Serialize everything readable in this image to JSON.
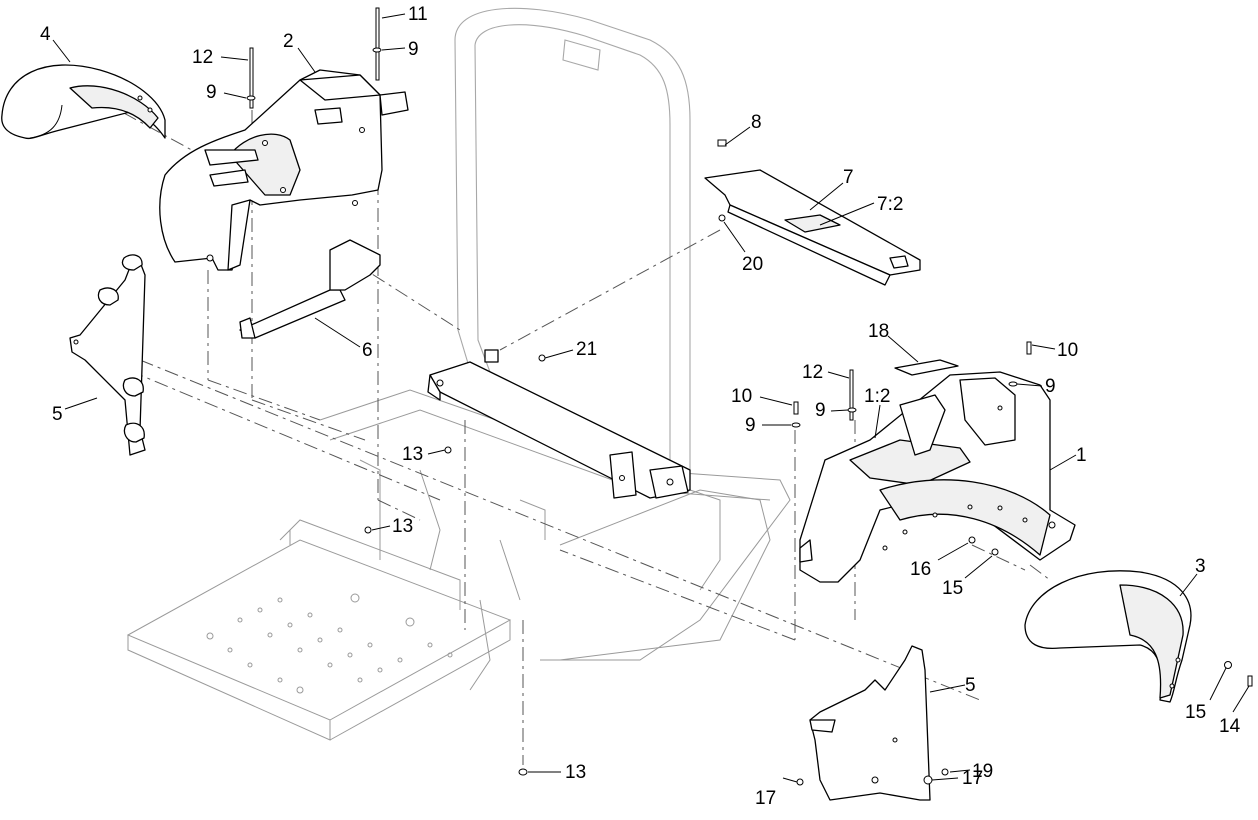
{
  "callouts": [
    {
      "id": "c-4",
      "text": "4"
    },
    {
      "id": "c-12a",
      "text": "12"
    },
    {
      "id": "c-2",
      "text": "2"
    },
    {
      "id": "c-11",
      "text": "11"
    },
    {
      "id": "c-9a",
      "text": "9"
    },
    {
      "id": "c-9b",
      "text": "9"
    },
    {
      "id": "c-8",
      "text": "8"
    },
    {
      "id": "c-7",
      "text": "7"
    },
    {
      "id": "c-7-2",
      "text": "7:2"
    },
    {
      "id": "c-20",
      "text": "20"
    },
    {
      "id": "c-6",
      "text": "6"
    },
    {
      "id": "c-21",
      "text": "21"
    },
    {
      "id": "c-18",
      "text": "18"
    },
    {
      "id": "c-10a",
      "text": "10"
    },
    {
      "id": "c-12b",
      "text": "12"
    },
    {
      "id": "c-9c",
      "text": "9"
    },
    {
      "id": "c-10b",
      "text": "10"
    },
    {
      "id": "c-9d",
      "text": "9"
    },
    {
      "id": "c-1-2",
      "text": "1:2"
    },
    {
      "id": "c-9e",
      "text": "9"
    },
    {
      "id": "c-5a",
      "text": "5"
    },
    {
      "id": "c-13a",
      "text": "13"
    },
    {
      "id": "c-13b",
      "text": "13"
    },
    {
      "id": "c-1",
      "text": "1"
    },
    {
      "id": "c-16",
      "text": "16"
    },
    {
      "id": "c-15a",
      "text": "15"
    },
    {
      "id": "c-3",
      "text": "3"
    },
    {
      "id": "c-5b",
      "text": "5"
    },
    {
      "id": "c-13c",
      "text": "13"
    },
    {
      "id": "c-19",
      "text": "19"
    },
    {
      "id": "c-17a",
      "text": "17"
    },
    {
      "id": "c-17b",
      "text": "17"
    },
    {
      "id": "c-15b",
      "text": "15"
    },
    {
      "id": "c-14",
      "text": "14"
    }
  ]
}
